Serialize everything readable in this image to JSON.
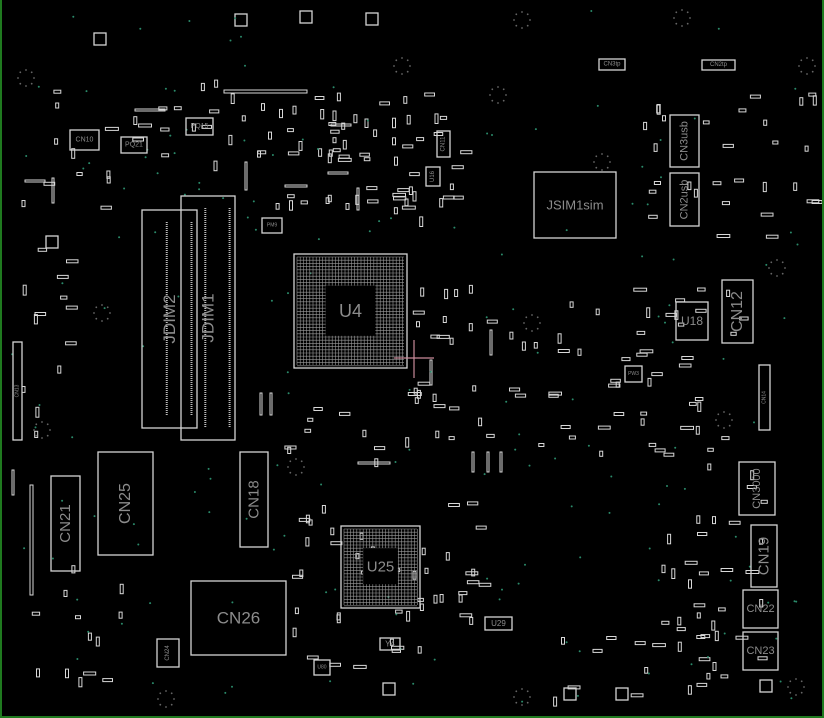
{
  "viewer": {
    "title": "PCB board layout view",
    "colors": {
      "background": "#000000",
      "outline": "#d4d4d4",
      "label": "#8c8c8c",
      "via": "#2a8a6a",
      "border": "#1f7a1f",
      "cursor": "#c98a9a"
    }
  },
  "components": [
    {
      "ref": "JDIM2"
    },
    {
      "ref": "JDIM1"
    },
    {
      "ref": "U4"
    },
    {
      "ref": "JSIM1sim"
    },
    {
      "ref": "CN3usb"
    },
    {
      "ref": "CN2usb"
    },
    {
      "ref": "CN12"
    },
    {
      "ref": "U18"
    },
    {
      "ref": "CN3000"
    },
    {
      "ref": "CN19"
    },
    {
      "ref": "CN22"
    },
    {
      "ref": "CN23"
    },
    {
      "ref": "CN21"
    },
    {
      "ref": "CN25"
    },
    {
      "ref": "CN18"
    },
    {
      "ref": "CN26"
    },
    {
      "ref": "U25"
    },
    {
      "ref": "U29"
    },
    {
      "ref": "Y4"
    },
    {
      "ref": "CN24"
    },
    {
      "ref": "CN10"
    },
    {
      "ref": "PQ21"
    },
    {
      "ref": "PQ15"
    },
    {
      "ref": "CN11"
    },
    {
      "ref": "U16"
    },
    {
      "ref": "CN2tp"
    },
    {
      "ref": "CN3tp"
    },
    {
      "ref": "CN13"
    },
    {
      "ref": "PW3"
    },
    {
      "ref": "PM9"
    },
    {
      "ref": "U80"
    },
    {
      "ref": "CN14"
    }
  ]
}
